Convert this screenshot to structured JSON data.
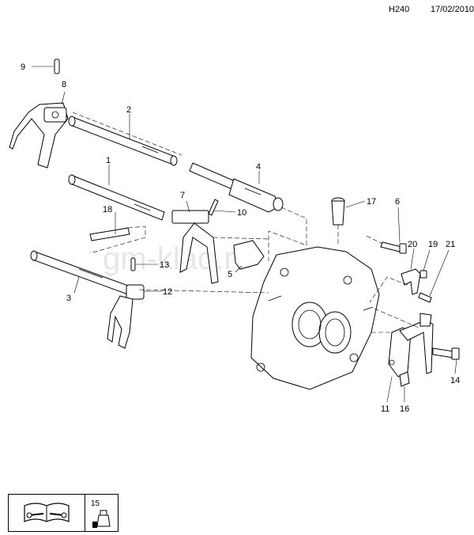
{
  "header": {
    "code": "H240",
    "date": "17/02/2010"
  },
  "watermark": "gm-klad.ru",
  "callouts": [
    {
      "id": "c1",
      "label": "1"
    },
    {
      "id": "c2",
      "label": "2"
    },
    {
      "id": "c3",
      "label": "3"
    },
    {
      "id": "c4",
      "label": "4"
    },
    {
      "id": "c5",
      "label": "5"
    },
    {
      "id": "c6",
      "label": "6"
    },
    {
      "id": "c7",
      "label": "7"
    },
    {
      "id": "c8",
      "label": "8"
    },
    {
      "id": "c9",
      "label": "9"
    },
    {
      "id": "c10",
      "label": "10"
    },
    {
      "id": "c11",
      "label": "11"
    },
    {
      "id": "c12",
      "label": "12"
    },
    {
      "id": "c13",
      "label": "13"
    },
    {
      "id": "c14",
      "label": "14"
    },
    {
      "id": "c16",
      "label": "16"
    },
    {
      "id": "c17",
      "label": "17"
    },
    {
      "id": "c18",
      "label": "18"
    },
    {
      "id": "c19",
      "label": "19"
    },
    {
      "id": "c20",
      "label": "20"
    },
    {
      "id": "c21",
      "label": "21"
    }
  ],
  "legend": {
    "item_label": "15",
    "icons": [
      "manual-wrench-icon",
      "adhesive-tube-icon"
    ]
  }
}
